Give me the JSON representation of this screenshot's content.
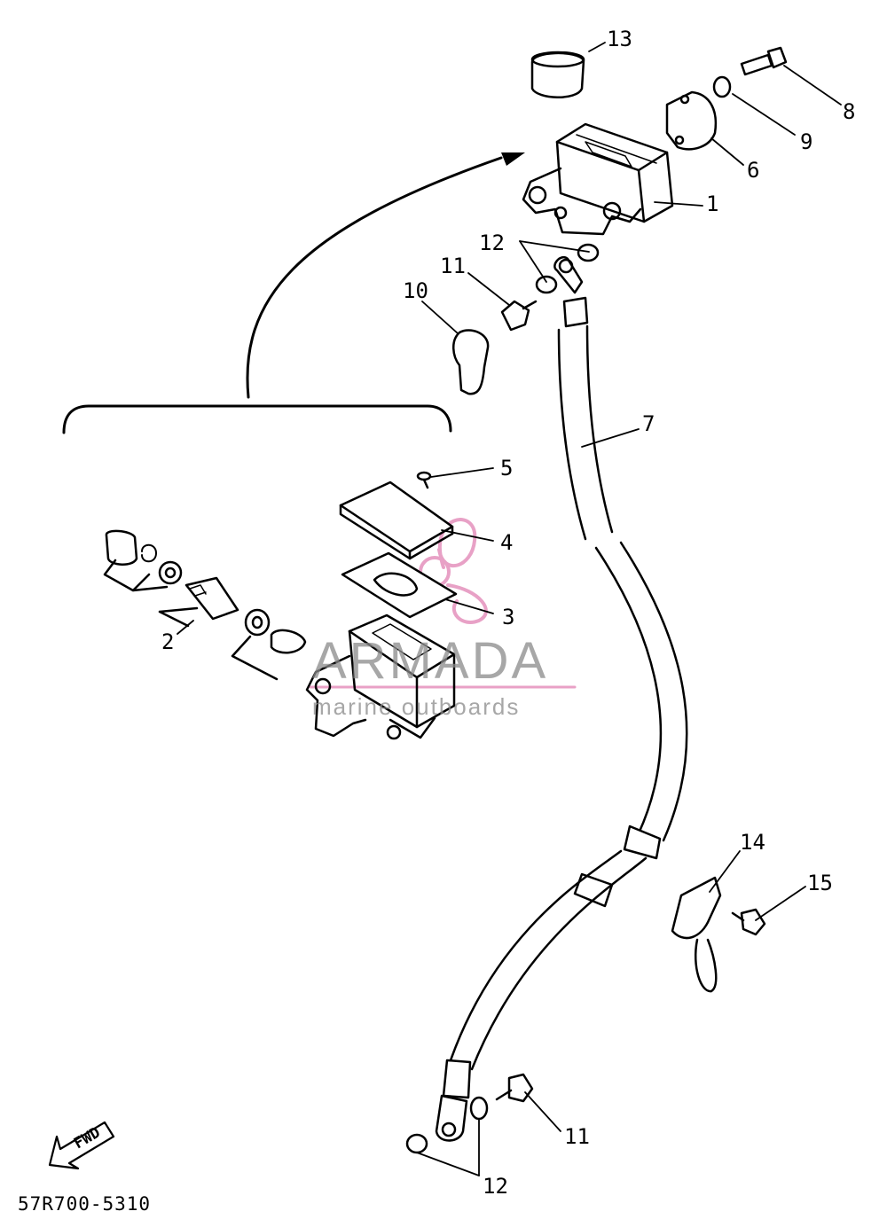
{
  "diagram": {
    "callouts": {
      "c1": "1",
      "c2": "2",
      "c3": "3",
      "c4": "4",
      "c5": "5",
      "c6": "6",
      "c7": "7",
      "c8": "8",
      "c9": "9",
      "c10": "10",
      "c11_top": "11",
      "c11_bottom": "11",
      "c12_top": "12",
      "c12_bottom": "12",
      "c13": "13",
      "c14": "14",
      "c15": "15"
    },
    "fwd_label": "FWD",
    "part_code": "57R700-5310"
  },
  "watermark": {
    "brand": "ARMADA",
    "tagline": "marine outboards",
    "accent_color": "#e38ab8",
    "text_color": "#8a8a8a"
  },
  "colors": {
    "line": "#000000",
    "background": "#ffffff"
  }
}
